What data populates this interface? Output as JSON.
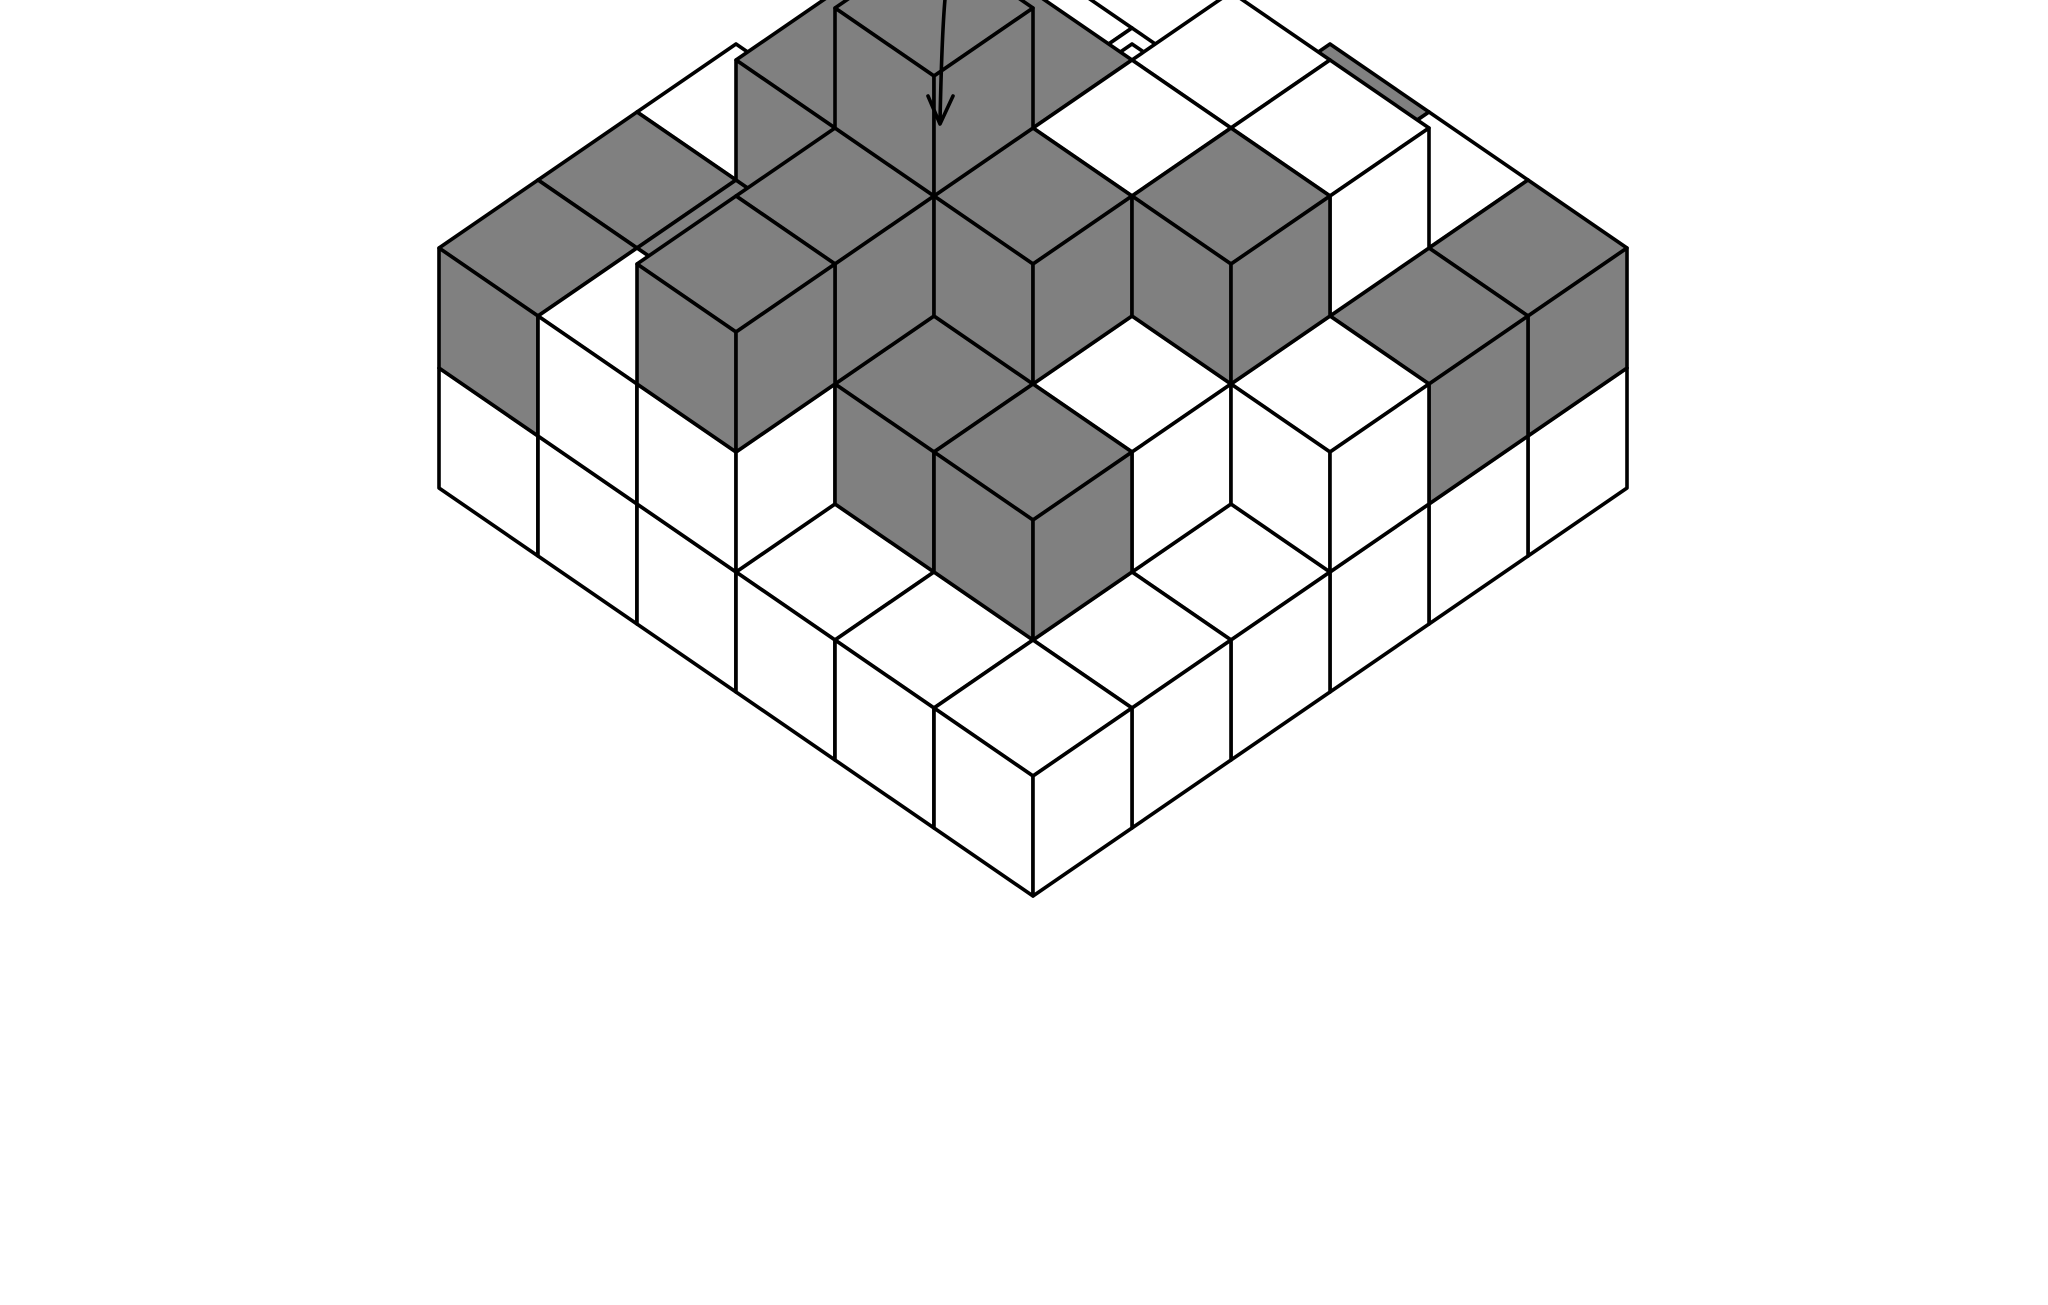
{
  "colors": {
    "white_cube": "#ffffff",
    "gray_cube": "#808080",
    "highlight_cube": "#6060c0",
    "outline": "#000000",
    "background": "#ffffff"
  },
  "structure": {
    "grid_columns": 6,
    "grid_rows": 6,
    "heights": [
      [
        1,
        1,
        1,
        2,
        2,
        2
      ],
      [
        1,
        1,
        2,
        3,
        2,
        2
      ],
      [
        1,
        2,
        3,
        4,
        3,
        3
      ],
      [
        2,
        3,
        3,
        3,
        2,
        1
      ],
      [
        2,
        3,
        3,
        2,
        2,
        1
      ],
      [
        2,
        2,
        2,
        1,
        1,
        1
      ]
    ],
    "gray_cubes": [
      [
        0,
        4,
        1
      ],
      [
        0,
        5,
        1
      ],
      [
        1,
        3,
        2
      ],
      [
        1,
        4,
        1
      ],
      [
        2,
        2,
        2
      ],
      [
        2,
        3,
        3
      ],
      [
        2,
        4,
        2
      ],
      [
        2,
        5,
        2
      ],
      [
        3,
        0,
        1
      ],
      [
        3,
        3,
        2
      ],
      [
        3,
        4,
        1
      ],
      [
        4,
        2,
        2
      ],
      [
        4,
        4,
        1
      ],
      [
        5,
        0,
        1
      ],
      [
        5,
        1,
        1
      ]
    ],
    "highlight_cube": [
      2,
      3,
      2
    ]
  },
  "annotation": {
    "icon": "arrow-down-icon",
    "target": "highlight_cube"
  }
}
